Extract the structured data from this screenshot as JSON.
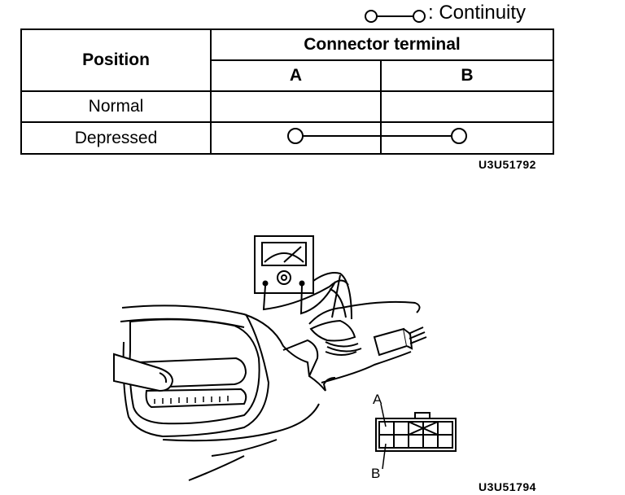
{
  "legend": {
    "symbol": "continuity-symbol",
    "label": ": Continuity"
  },
  "table": {
    "position_header": "Position",
    "connector_header": "Connector terminal",
    "terminals": [
      "A",
      "B"
    ],
    "rows": [
      {
        "position": "Normal",
        "continuity": false
      },
      {
        "position": "Depressed",
        "continuity": true
      }
    ]
  },
  "codes": {
    "table": "U3U51792",
    "illustration": "U3U51794"
  },
  "illustration": {
    "terminal_a": "A",
    "terminal_b": "B"
  }
}
